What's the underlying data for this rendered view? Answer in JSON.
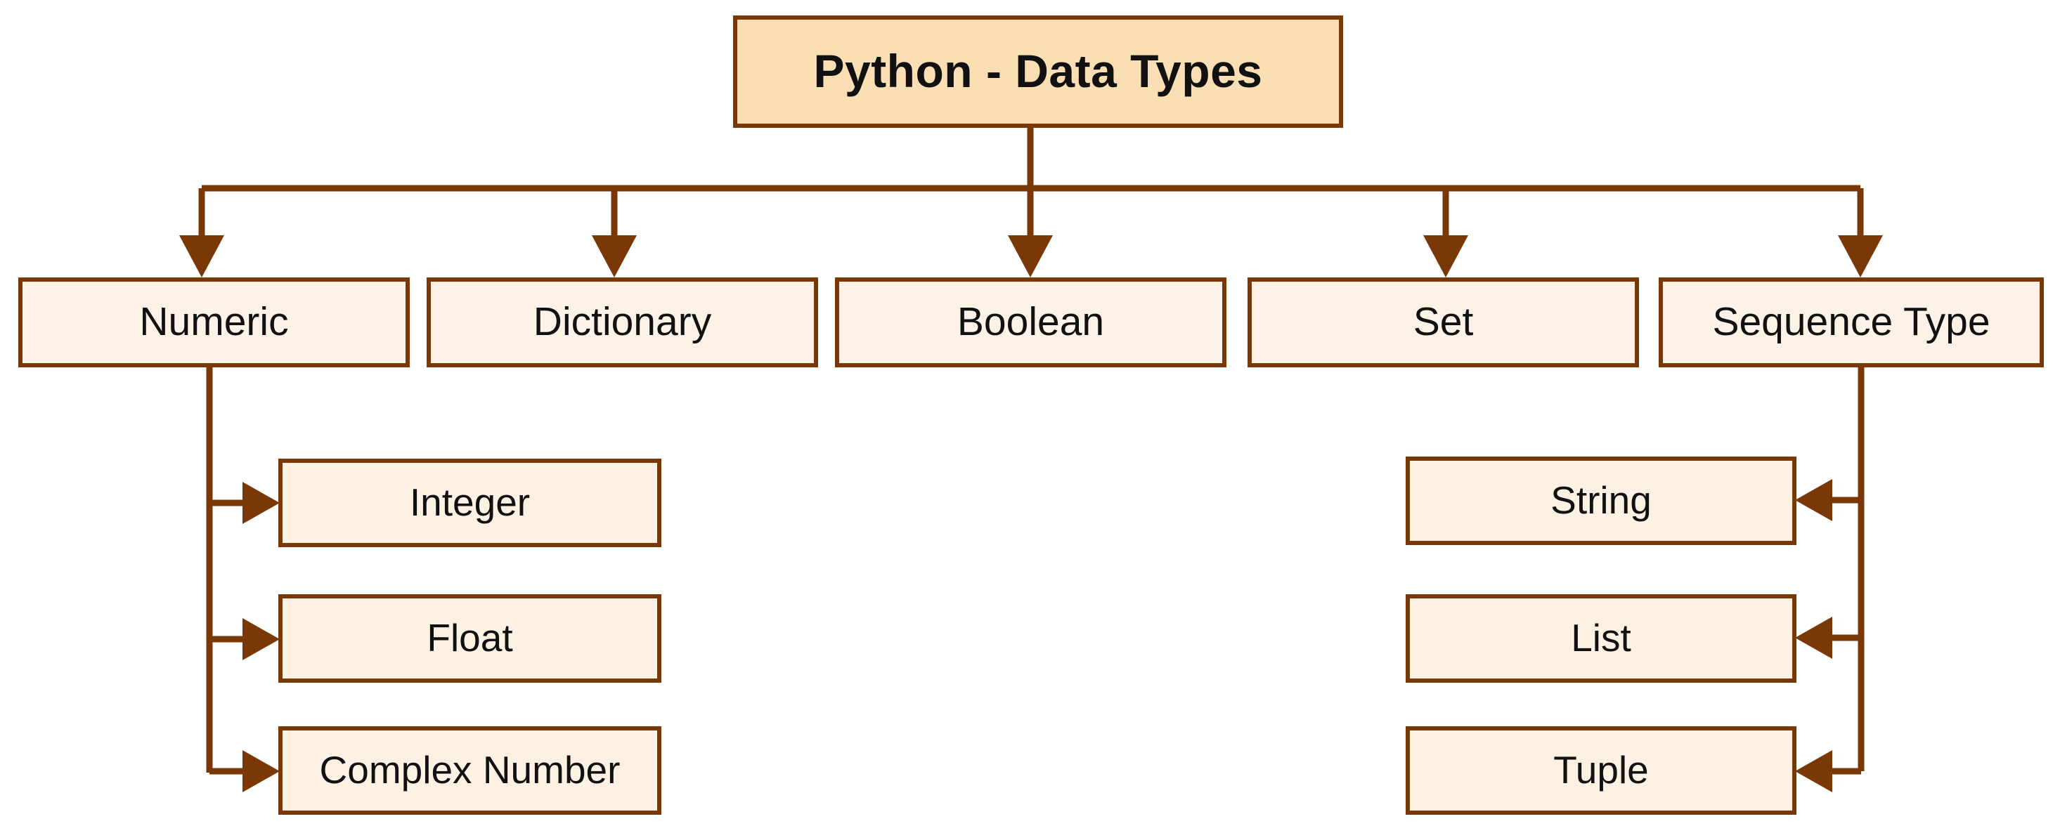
{
  "diagram": {
    "title": "Python - Data Types",
    "type": "hierarchy-tree",
    "background_color": "#ffffff",
    "edge_color": "#7B3807",
    "border_color": "#7B3807",
    "root_fill": "#FADEB4",
    "branch_fill": "#FDF2E8",
    "leaf_fill": "#FDF1E4",
    "text_color": "#111111"
  },
  "root": {
    "label": "Python - Data Types"
  },
  "categories": [
    {
      "label": "Numeric"
    },
    {
      "label": "Dictionary"
    },
    {
      "label": "Boolean"
    },
    {
      "label": "Set"
    },
    {
      "label": "Sequence Type"
    }
  ],
  "numeric_children": [
    {
      "label": "Integer"
    },
    {
      "label": "Float"
    },
    {
      "label": "Complex Number"
    }
  ],
  "sequence_children": [
    {
      "label": "String"
    },
    {
      "label": "List"
    },
    {
      "label": "Tuple"
    }
  ]
}
